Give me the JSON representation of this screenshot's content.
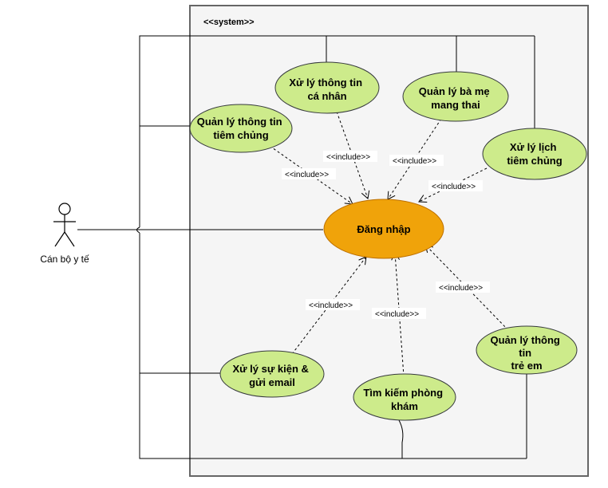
{
  "system": {
    "title": "<<system>>"
  },
  "actor": {
    "name": "Cán bộ y tế"
  },
  "central_use_case": {
    "label": "Đăng nhập",
    "fill": "#F0A30A"
  },
  "use_cases": [
    {
      "id": "personal-info",
      "lines": [
        "Xử lý thông tin",
        "cá nhân"
      ]
    },
    {
      "id": "mothers",
      "lines": [
        "Quản lý bà mẹ",
        "mang thai"
      ]
    },
    {
      "id": "vaccination-info",
      "lines": [
        "Quản lý thông tin",
        "tiêm chủng"
      ]
    },
    {
      "id": "schedule",
      "lines": [
        "Xử lý lịch",
        "tiêm chủng"
      ]
    },
    {
      "id": "events-email",
      "lines": [
        "Xử lý sự kiện &",
        "gửi email"
      ]
    },
    {
      "id": "clinic-search",
      "lines": [
        "Tìm kiếm phòng",
        "khám"
      ]
    },
    {
      "id": "child-info",
      "lines": [
        "Quản lý thông",
        "tin",
        "trẻ em"
      ]
    }
  ],
  "include_label": "<<include>>",
  "colors": {
    "use_case_fill": "#CDEB8B",
    "use_case_stroke": "#36393D",
    "system_fill": "#F5F5F5",
    "system_stroke": "#666666"
  }
}
